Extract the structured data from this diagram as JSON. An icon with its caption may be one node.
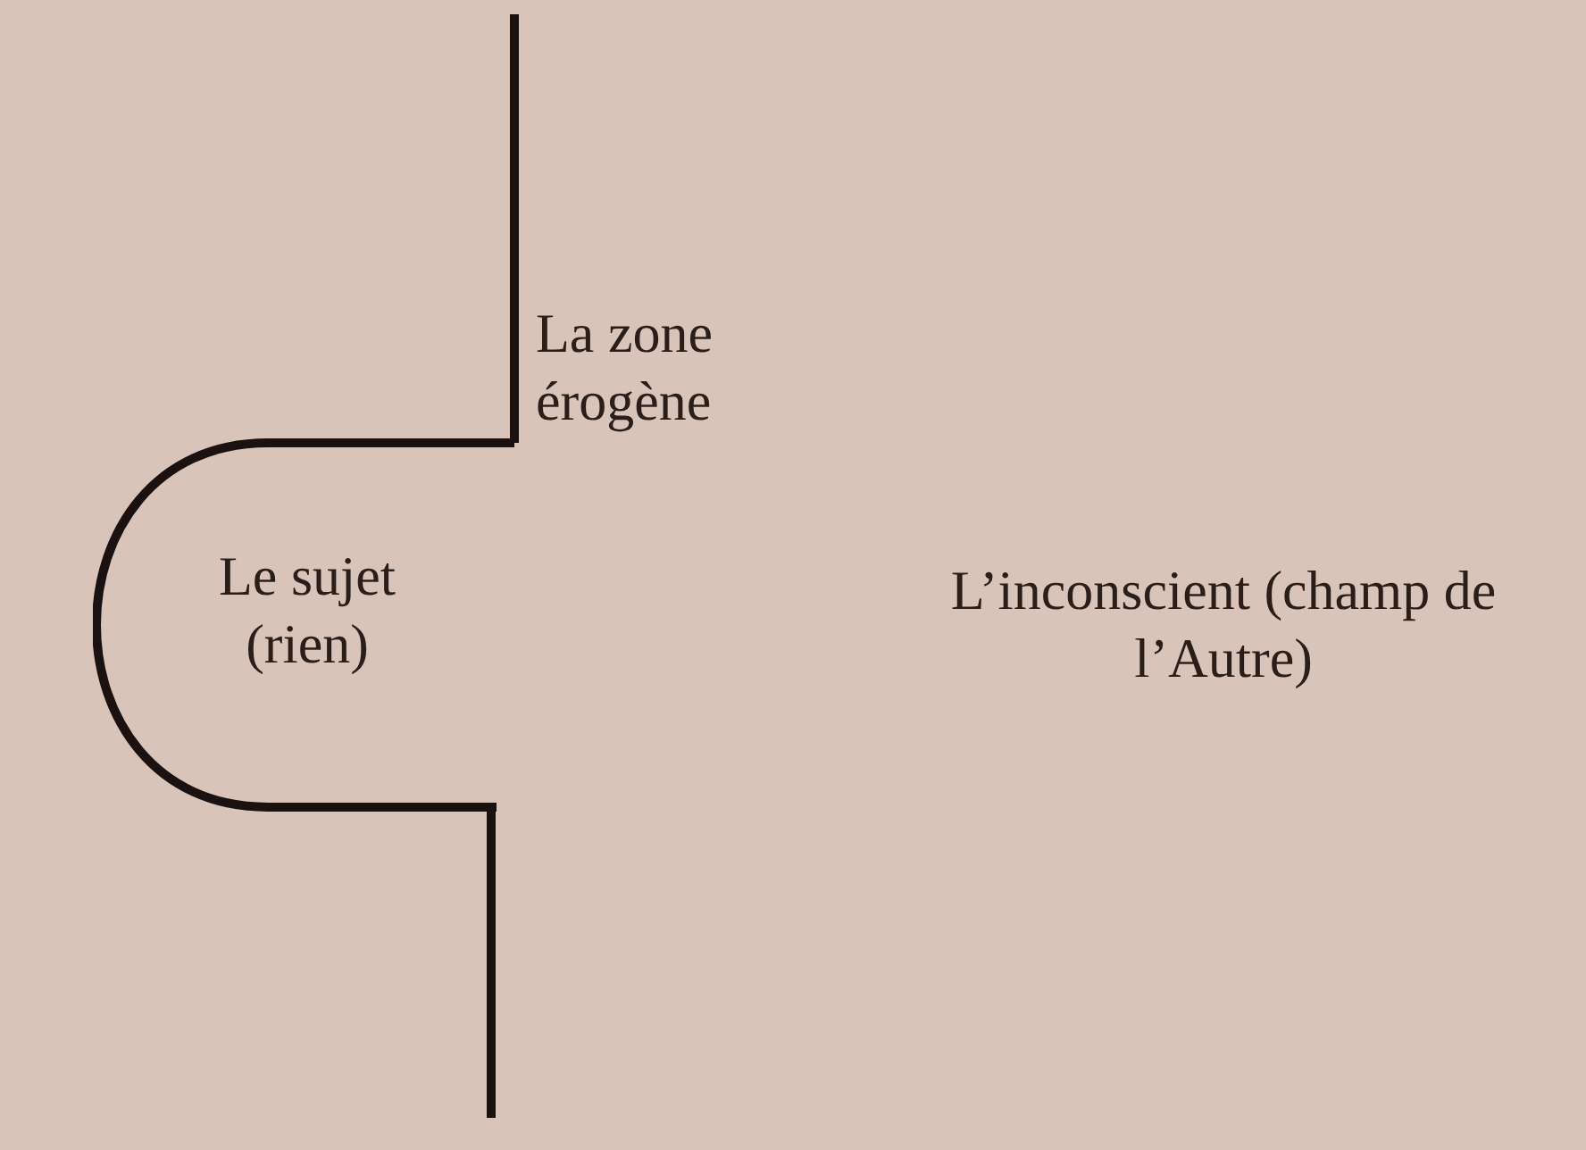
{
  "diagram": {
    "nodes": [
      {
        "text": [
          "Le sujet (rien)"
        ]
      }
    ],
    "labels": [
      "La zone érogène",
      "L’inconscient (champ de l’Autre)"
    ]
  }
}
